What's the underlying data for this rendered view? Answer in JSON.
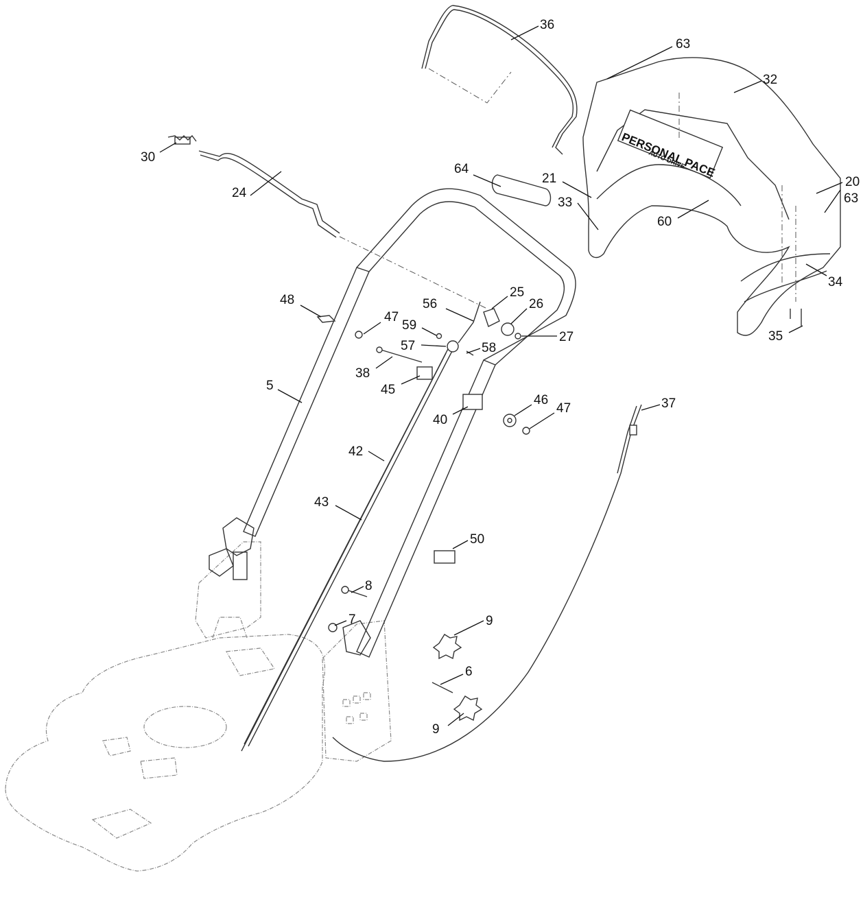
{
  "diagram": {
    "labels": [
      {
        "id": "l36",
        "text": "36"
      },
      {
        "id": "l63a",
        "text": "63"
      },
      {
        "id": "l32",
        "text": "32"
      },
      {
        "id": "l30",
        "text": "30"
      },
      {
        "id": "l24",
        "text": "24"
      },
      {
        "id": "l64",
        "text": "64"
      },
      {
        "id": "l21",
        "text": "21"
      },
      {
        "id": "l33",
        "text": "33"
      },
      {
        "id": "l60",
        "text": "60"
      },
      {
        "id": "l20",
        "text": "20"
      },
      {
        "id": "l63b",
        "text": "63"
      },
      {
        "id": "l34",
        "text": "34"
      },
      {
        "id": "l35",
        "text": "35"
      },
      {
        "id": "l48",
        "text": "48"
      },
      {
        "id": "l47a",
        "text": "47"
      },
      {
        "id": "l56",
        "text": "56"
      },
      {
        "id": "l25",
        "text": "25"
      },
      {
        "id": "l26",
        "text": "26"
      },
      {
        "id": "l27",
        "text": "27"
      },
      {
        "id": "l59",
        "text": "59"
      },
      {
        "id": "l57",
        "text": "57"
      },
      {
        "id": "l58",
        "text": "58"
      },
      {
        "id": "l38",
        "text": "38"
      },
      {
        "id": "l45",
        "text": "45"
      },
      {
        "id": "l5",
        "text": "5"
      },
      {
        "id": "l40",
        "text": "40"
      },
      {
        "id": "l46",
        "text": "46"
      },
      {
        "id": "l47b",
        "text": "47"
      },
      {
        "id": "l37",
        "text": "37"
      },
      {
        "id": "l42",
        "text": "42"
      },
      {
        "id": "l43",
        "text": "43"
      },
      {
        "id": "l50",
        "text": "50"
      },
      {
        "id": "l8",
        "text": "8"
      },
      {
        "id": "l7",
        "text": "7"
      },
      {
        "id": "l9a",
        "text": "9"
      },
      {
        "id": "l6",
        "text": "6"
      },
      {
        "id": "l9b",
        "text": "9"
      }
    ],
    "logo": {
      "main": "PERSONAL PACE",
      "sub": "AUTO-DRIVE"
    }
  }
}
